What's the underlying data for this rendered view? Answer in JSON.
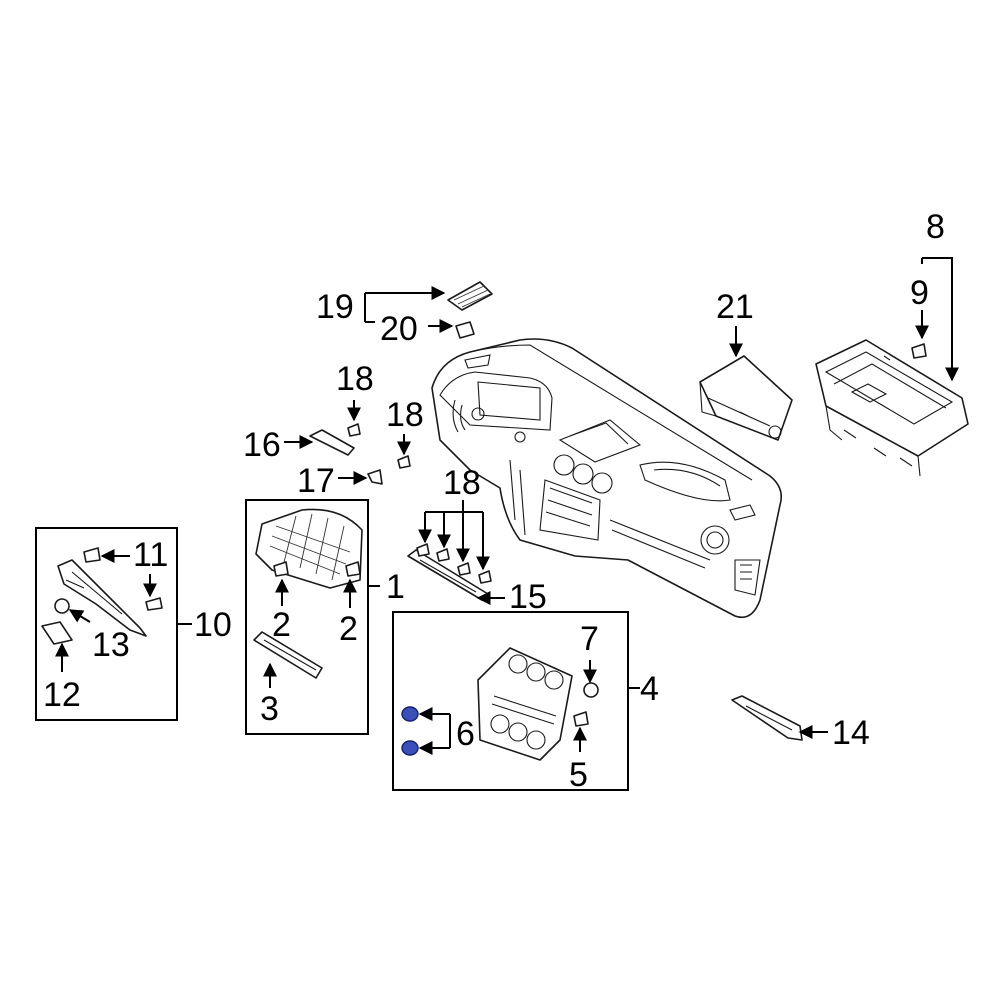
{
  "colors": {
    "background": "#ffffff",
    "line": "#000000",
    "highlight_fill": "#3b4fb8",
    "highlight_stroke": "#1a2270"
  },
  "callouts": {
    "c1": "1",
    "c2a": "2",
    "c2b": "2",
    "c3": "3",
    "c4": "4",
    "c5": "5",
    "c6": "6",
    "c7": "7",
    "c8": "8",
    "c9": "9",
    "c10": "10",
    "c11": "11",
    "c12": "12",
    "c13": "13",
    "c14": "14",
    "c15": "15",
    "c16": "16",
    "c17": "17",
    "c18a": "18",
    "c18b": "18",
    "c18c": "18",
    "c19": "19",
    "c20": "20",
    "c21": "21"
  },
  "highlighted_parts": [
    "6"
  ]
}
